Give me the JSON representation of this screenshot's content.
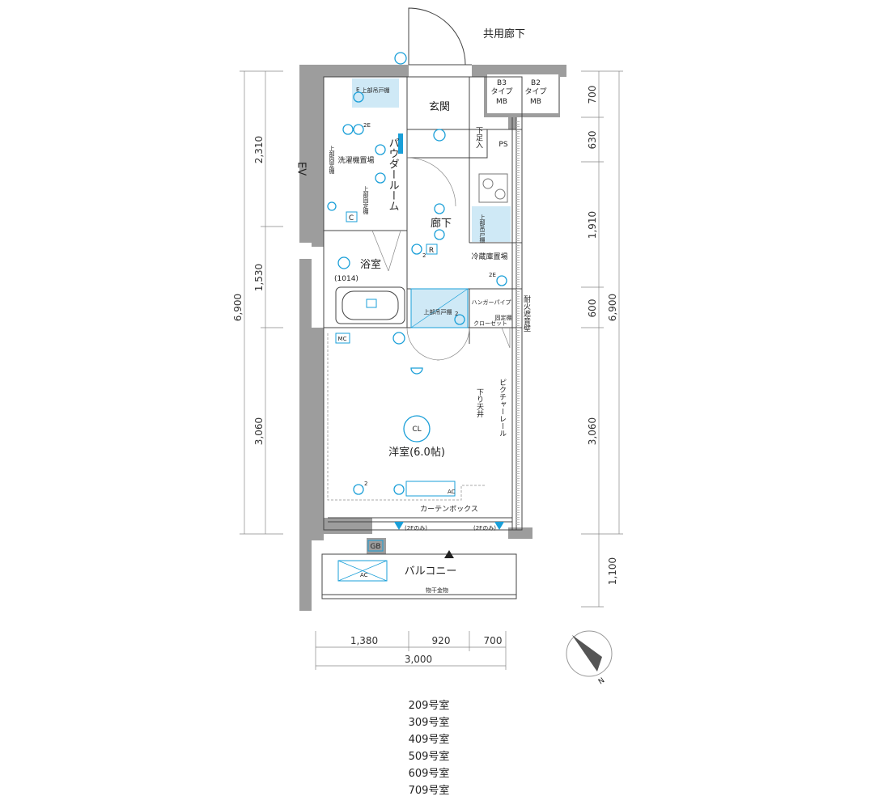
{
  "labels": {
    "corridor": "共用廊下",
    "entrance": "玄関",
    "ps": "PS",
    "shoe_box": "下足入",
    "b3_type": "B3",
    "b3_sub": "タイプ",
    "b3_mb": "MB",
    "b2_type": "B2",
    "b2_sub": "タイプ",
    "b2_mb": "MB",
    "ev": "EV",
    "powder_room": "パウダールーム",
    "washer": "洗濯機置場",
    "upper_shelf_top": "上部吊戸棚",
    "upper_fixed_1": "上部固定棚",
    "upper_fixed_2": "上部固定棚",
    "hallway": "廊下",
    "bath": "浴室",
    "bath_size": "(1014)",
    "fridge": "冷蔵庫置場",
    "upper_cabinet_kitchen": "上部吊戸棚",
    "upper_cabinet_hall": "上部吊戸棚",
    "hanger": "ハンガーパイプ",
    "fixed_shelf": "固定棚",
    "closet": "クローゼット",
    "fireproof_wall": "耐火遮音壁",
    "picture_rail": "ピクチャーレール",
    "lowered_ceiling": "下り天井",
    "western_room": "洋室(6.0帖)",
    "curtain_box": "カーテンボックス",
    "only_2f_left": "(2Fのみ)",
    "only_2f_right": "(2Fのみ)",
    "balcony": "バルコニー",
    "drying_hardware": "物干金物",
    "gb": "GB",
    "mc": "MC",
    "ac_room": "AC",
    "ac_balcony": "AC",
    "cl": "CL",
    "r_mark": "R",
    "c_mark": "C",
    "e_mark": "E",
    "mark_2e_top": "2E",
    "mark_2e_fridge": "2E",
    "mark_2_a": "2",
    "mark_2_b": "2",
    "mark_2_c": "2",
    "north": "N"
  },
  "dimensions": {
    "left": [
      "2,310",
      "1,530",
      "3,060"
    ],
    "left_total": "6,900",
    "right": [
      "700",
      "630",
      "1,910",
      "600",
      "3,060"
    ],
    "right_total": "6,900",
    "balcony_depth": "1,100",
    "bottom": [
      "1,380",
      "920",
      "700"
    ],
    "bottom_total": "3,000"
  },
  "units": [
    "209号室",
    "309号室",
    "409号室",
    "509号室",
    "609号室",
    "709号室"
  ],
  "colors": {
    "wall": "#9d9d9d",
    "fixture_blue": "#1a9fd8",
    "cabinet_fill": "#cfe9f6"
  }
}
